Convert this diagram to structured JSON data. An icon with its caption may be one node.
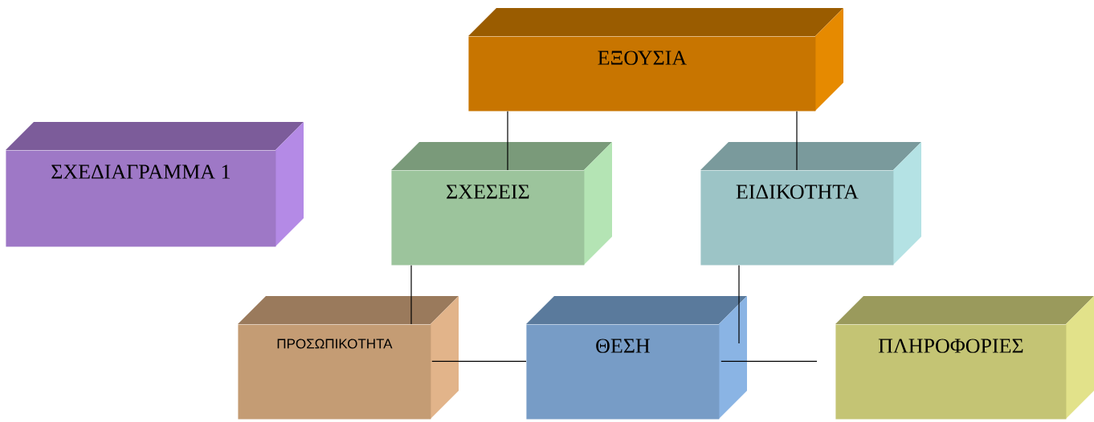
{
  "diagram": {
    "nodes": [
      {
        "text": [
          "ΕΞΟΥΣΙΑ"
        ]
      },
      {
        "text": [
          "ΣΧΕΔΙΑΓΡΑΜΜΑ 1"
        ]
      },
      {
        "text": [
          "ΣΧΕΣΕΙΣ"
        ]
      },
      {
        "text": [
          "ΕΙΔΙΚΟΤΗΤΑ"
        ]
      },
      {
        "text": [
          "ΠΡΟΣΩΠΙΚΟΤΗΤΑ"
        ]
      },
      {
        "text": [
          "ΘΕΣΗ"
        ]
      },
      {
        "text": [
          "ΠΛΗΡΟΦΟΡΙΕΣ"
        ]
      }
    ],
    "edges": [
      {
        "from": 0,
        "to": 2,
        "arrow": "none"
      },
      {
        "from": 0,
        "to": 3,
        "arrow": "none"
      },
      {
        "from": 2,
        "to": 4,
        "arrow": "none"
      },
      {
        "from": 3,
        "to": 5,
        "arrow": "none"
      },
      {
        "from": 4,
        "to": 5,
        "arrow": "none"
      },
      {
        "from": 5,
        "to": 6,
        "arrow": "none"
      }
    ]
  }
}
